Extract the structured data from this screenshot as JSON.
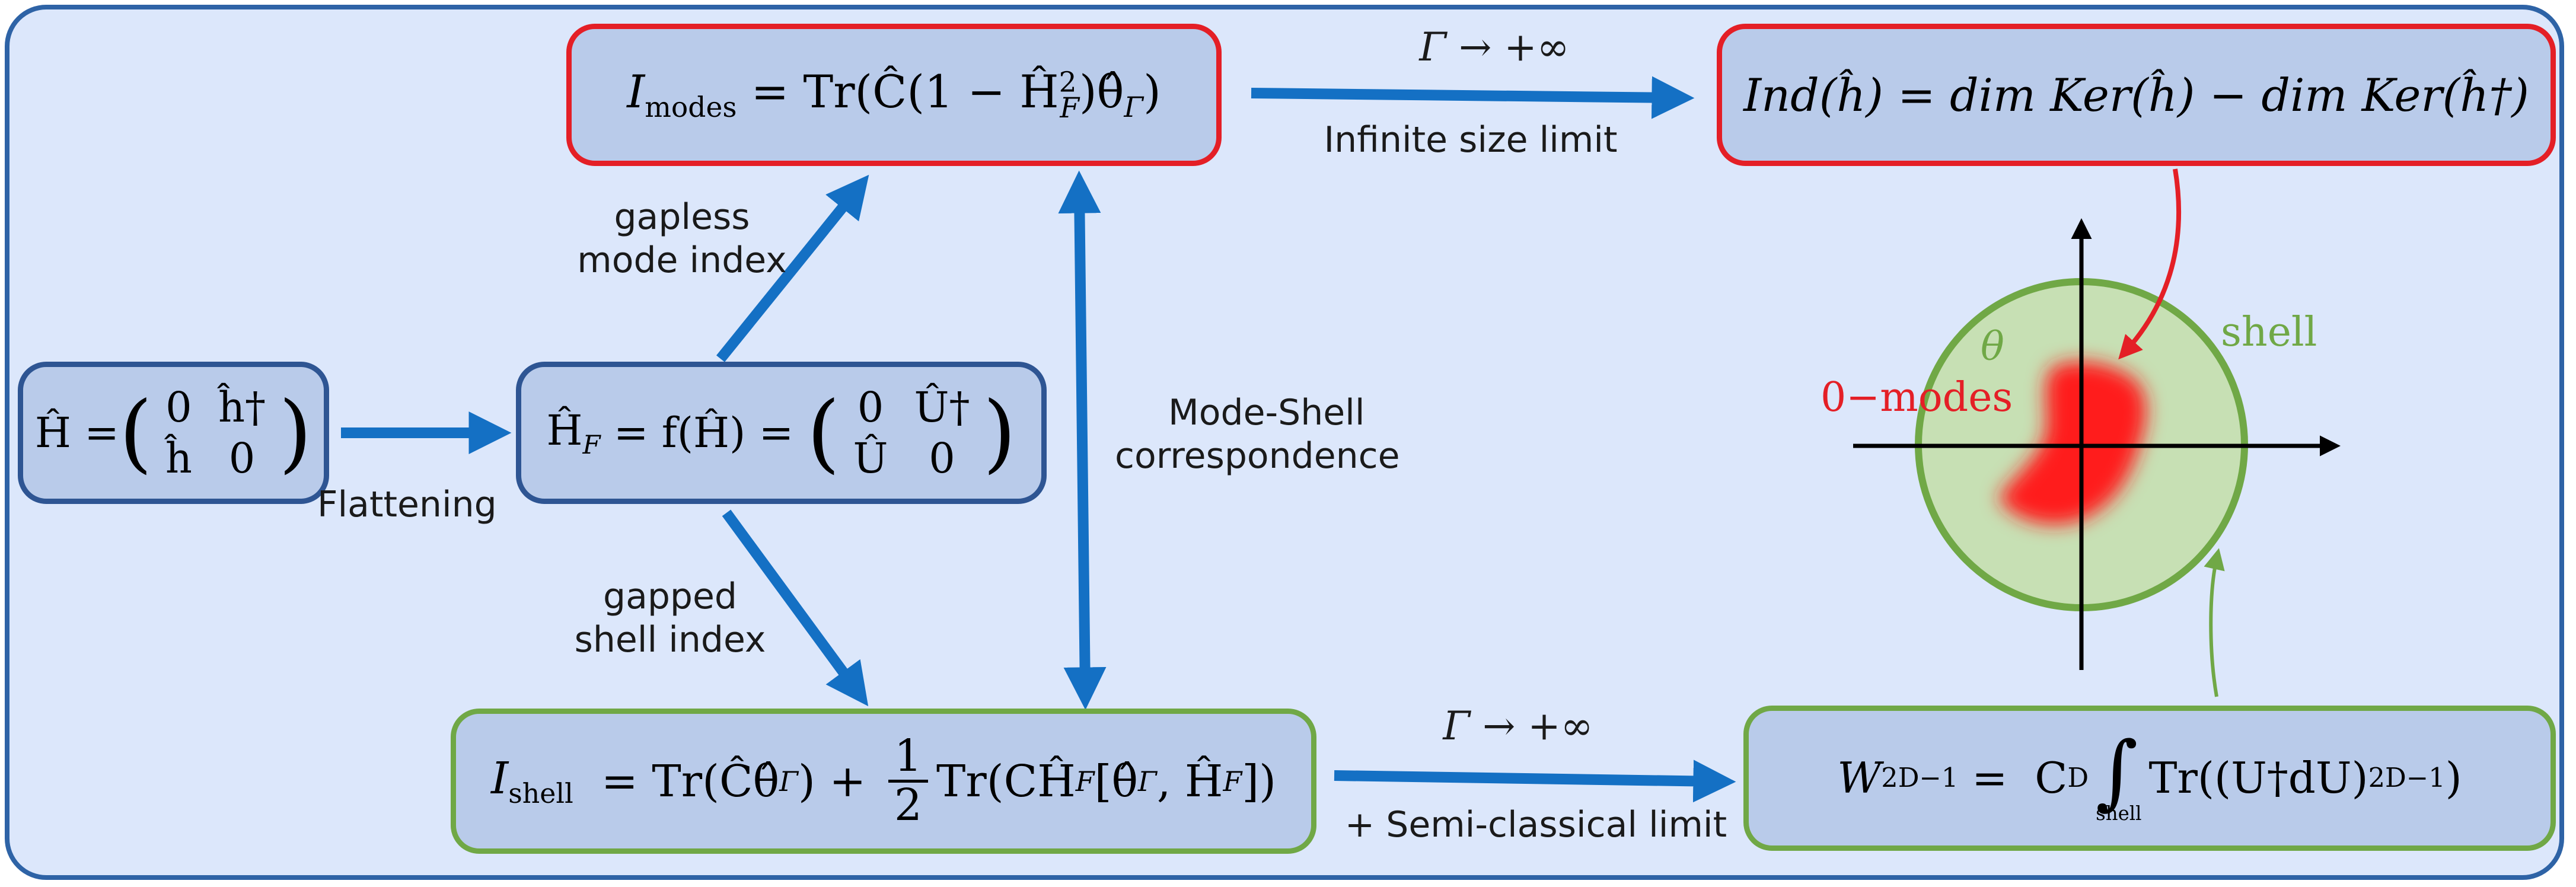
{
  "boxes": {
    "h_matrix": {
      "lhs": "Ĥ = ",
      "m11": "0",
      "m12": "ĥ†",
      "m21": "ĥ",
      "m22": "0"
    },
    "hf_matrix": {
      "lhs": "Ĥ",
      "lhs_sub": "F",
      "mid": " = f(Ĥ) = ",
      "m11": "0",
      "m12": "Û†",
      "m21": "Û",
      "m22": "0"
    },
    "i_modes": {
      "I": "I",
      "sub": "modes",
      "rhs_a": " = Tr(Ĉ(1 − Ĥ",
      "rhs_sup": "2",
      "rhs_sub": "F",
      "rhs_b": ")θ̂",
      "rhs_sub2": "Γ",
      "rhs_c": ")"
    },
    "i_shell": {
      "I": "I",
      "sub": "shell",
      "rhs_a": "  = Tr(Ĉθ̂",
      "rhs_sub_a": "Γ",
      "rhs_b": ") + ",
      "frac_num": "1",
      "frac_den": "2",
      "rhs_c": "Tr(CĤ",
      "rhs_sub_c": "F",
      "rhs_d": "[θ̂",
      "rhs_sub_d": "Γ",
      "rhs_e": ", Ĥ",
      "rhs_sub_e": "F",
      "rhs_f": "])"
    },
    "ind": {
      "text": "Ind(ĥ) = dim Ker(ĥ) − dim Ker(ĥ†)"
    },
    "winding": {
      "W": "W",
      "W_sub": "2D−1",
      "mid": " =  C",
      "mid_sub": "D",
      "intg": "∫",
      "intg_sub": "shell",
      "rhs": "Tr((U†dU)",
      "rhs_sup": "2D−1",
      "rhs_end": ")"
    }
  },
  "labels": {
    "flattening": "Flattening",
    "gapless_1": "gapless",
    "gapless_2": "mode index",
    "gapped_1": "gapped",
    "gapped_2": "shell index",
    "mode_shell_1": "Mode-Shell",
    "mode_shell_2": "correspondence",
    "gamma_top": "Γ → +∞",
    "infinite_size": "Infinite size limit",
    "gamma_bottom": "Γ → +∞",
    "semi_classical": "+ Semi-classical limit",
    "theta": "θ",
    "shell": "shell",
    "zero_modes": "0−modes"
  },
  "colors": {
    "background": "#dce7fb",
    "frame": "#2e63a6",
    "box_fill": "#b9cbea",
    "red": "#e41f26",
    "green": "#70a846",
    "arrow_blue": "#1470c4",
    "shell_fill": "#c7e0b4"
  }
}
